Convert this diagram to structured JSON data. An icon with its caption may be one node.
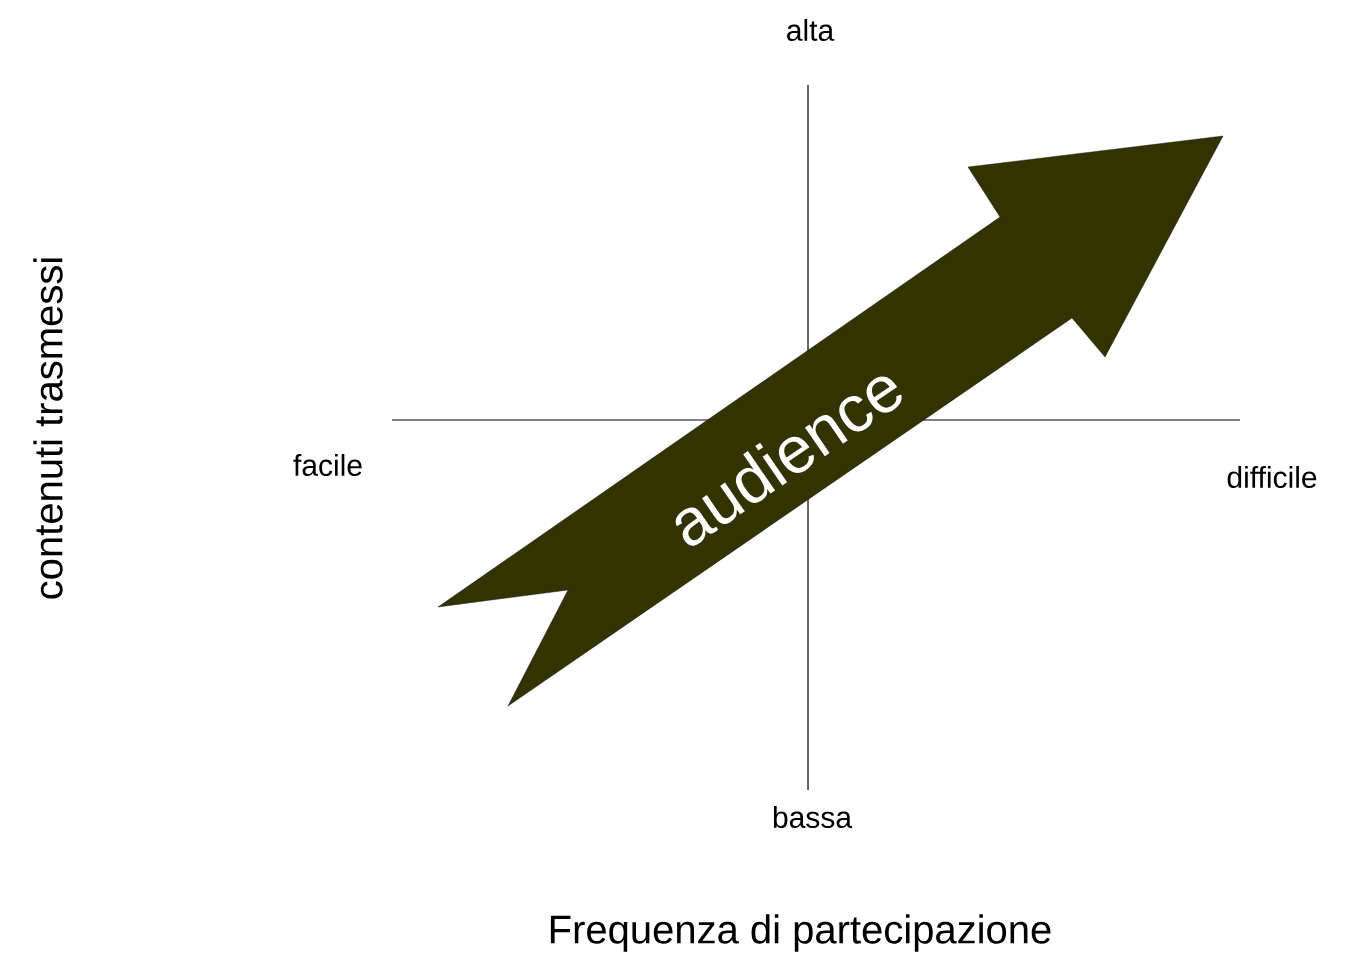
{
  "diagram": {
    "nodes": [
      {
        "text": [
          "audience"
        ]
      }
    ],
    "labels": [
      "alta",
      "contenuti trasmessi",
      "facile",
      "difficile",
      "bassa",
      "Frequenza di partecipazione"
    ]
  }
}
